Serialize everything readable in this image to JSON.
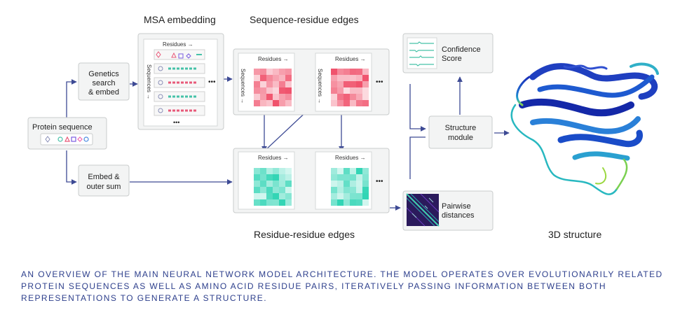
{
  "titles": {
    "msa_embedding": "MSA embedding",
    "sequence_residue_edges": "Sequence-residue edges",
    "residue_residue_edges": "Residue-residue edges",
    "structure_3d": "3D structure"
  },
  "boxes": {
    "protein_sequence": "Protein sequence",
    "genetics_line1": "Genetics",
    "genetics_line2": "search",
    "genetics_line3": "& embed",
    "embed_line1": "Embed &",
    "embed_line2": "outer sum",
    "structure_line1": "Structure",
    "structure_line2": "module",
    "confidence_line1": "Confidence",
    "confidence_line2": "Score",
    "pairwise_line1": "Pairwise",
    "pairwise_line2": "distances"
  },
  "axis_labels": {
    "residues": "Residues →",
    "sequences": "Sequences →"
  },
  "ellipsis": "•••",
  "colors": {
    "arrow": "#3d4a94",
    "box_fill": "#f3f4f4",
    "box_stroke": "#c9cccc",
    "heat_red": "#f0506a",
    "heat_teal": "#2fd4b4",
    "caption": "#2d3f8c"
  },
  "caption": "An overview of the main neural network model architecture. The model operates over evolutionarily related protein sequences as well as amino acid residue pairs, iteratively passing information between both representations to generate a structure."
}
